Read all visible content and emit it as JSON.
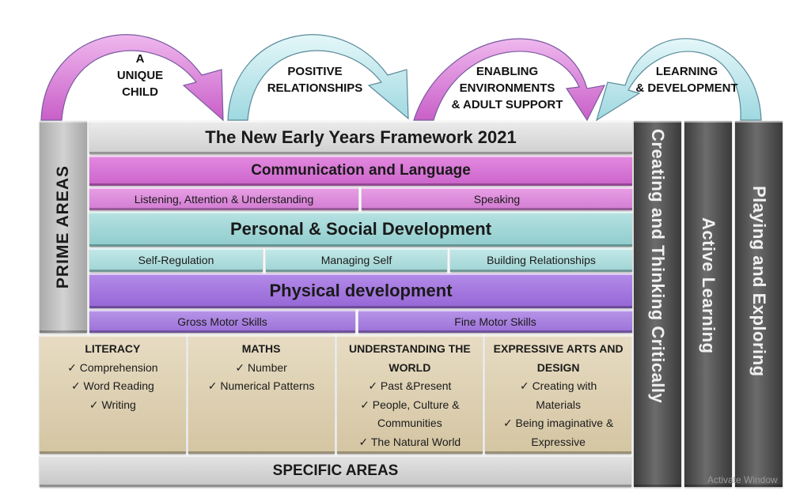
{
  "arc_labels": {
    "unique_child": [
      "A",
      "UNIQUE",
      "CHILD"
    ],
    "positive_relationships": [
      "POSITIVE",
      "RELATIONSHIPS"
    ],
    "enabling_environments": [
      "ENABLING",
      "ENVIRONMENTS",
      "& ADULT SUPPORT"
    ],
    "learning_development": [
      "LEARNING",
      "& DEVELOPMENT"
    ]
  },
  "framework_title": "The New Early Years Framework 2021",
  "prime_areas_label": "PRIME AREAS",
  "prime_areas": {
    "communication": {
      "title": "Communication and Language",
      "subs": [
        "Listening, Attention & Understanding",
        "Speaking"
      ]
    },
    "personal_social": {
      "title": "Personal & Social Development",
      "subs": [
        "Self-Regulation",
        "Managing Self",
        "Building Relationships"
      ]
    },
    "physical": {
      "title": "Physical development",
      "subs": [
        "Gross Motor Skills",
        "Fine Motor Skills"
      ]
    }
  },
  "specific_areas": {
    "literacy": {
      "head": [
        "LITERACY"
      ],
      "items": [
        "✓  Comprehension",
        "✓  Word Reading",
        "✓  Writing"
      ]
    },
    "maths": {
      "head": [
        "MATHS"
      ],
      "items": [
        "✓  Number",
        "✓  Numerical Patterns"
      ]
    },
    "understanding_world": {
      "head": [
        "UNDERSTANDING THE",
        "WORLD"
      ],
      "items": [
        "✓  Past &Present",
        "✓  People, Culture &",
        "Communities",
        "✓  The Natural World"
      ]
    },
    "expressive_arts": {
      "head": [
        "EXPRESSIVE ARTS AND",
        "DESIGN"
      ],
      "items": [
        "✓  Creating with",
        "Materials",
        "✓  Being imaginative &",
        "Expressive"
      ]
    }
  },
  "specific_areas_label": "SPECIFIC AREAS",
  "characteristics": [
    "Creating and Thinking Critically",
    "Active Learning",
    "Playing and Exploring"
  ],
  "watermark": "Activate Window",
  "colors": {
    "arc_pink": "#d97fd6",
    "arc_cyan": "#b8e6ec",
    "communication": "#d46fd2",
    "personal_social": "#9fd4d4",
    "physical": "#a379de",
    "specific": "#ddd0b0",
    "pillar": "#555555"
  }
}
